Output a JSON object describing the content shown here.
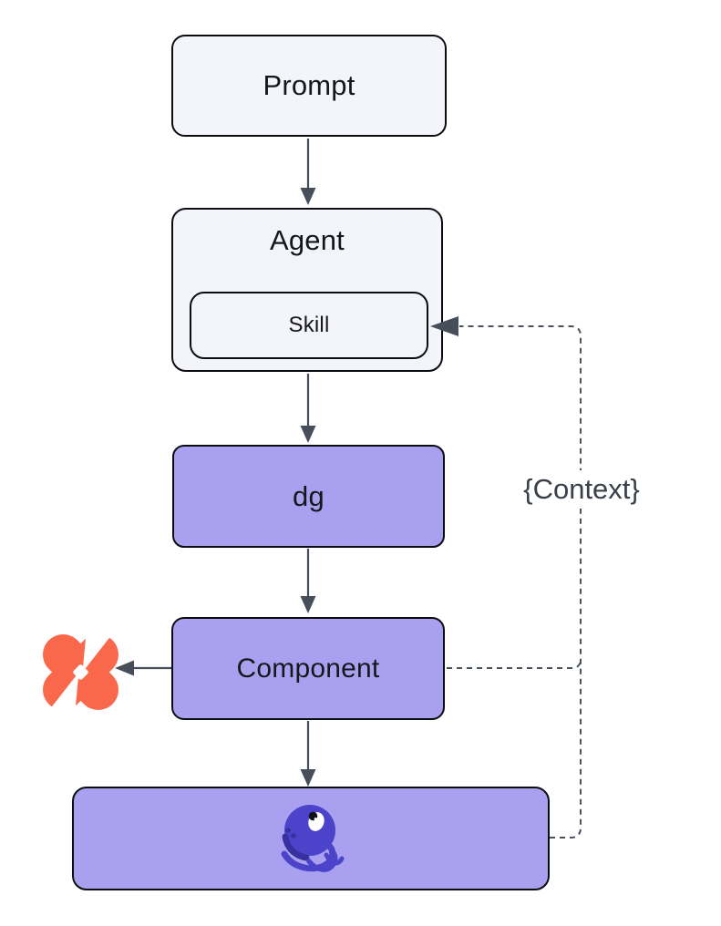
{
  "diagram": {
    "nodes": {
      "prompt": {
        "label": "Prompt"
      },
      "agent": {
        "label": "Agent"
      },
      "skill": {
        "label": "Skill"
      },
      "dg": {
        "label": "dg"
      },
      "component": {
        "label": "Component"
      },
      "runtime": {
        "label": "",
        "icon": "octopus-icon"
      }
    },
    "annotations": {
      "context_label": "{Context}"
    },
    "icons": {
      "component_target": "pinwheel-x-icon",
      "runtime_logo": "octopus-icon"
    },
    "colors": {
      "canvas_background": "#ffffff",
      "light_node_fill": "#f4f4fb",
      "purple_node_fill": "#a9a1f0",
      "node_border": "#0c0d11",
      "node_text": "#16171b",
      "arrow": "#454e59",
      "dashed_edge": "#4a525c",
      "context_text": "#394049",
      "pinwheel_orange": "#f9684b",
      "octopus_indigo": "#4b44cb",
      "octopus_dark": "#37309e"
    }
  }
}
